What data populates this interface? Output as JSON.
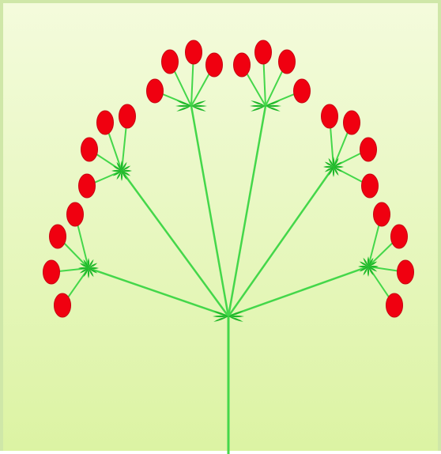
{
  "diagram": {
    "type": "compound-umbel",
    "colors": {
      "stem": "#44d74a",
      "bract": "#1fb82a",
      "berry": "#f00010",
      "berry_edge": "#c80010"
    },
    "umbellets": [
      {
        "id": "left-lower",
        "berries": 4
      },
      {
        "id": "left-middle",
        "berries": 4
      },
      {
        "id": "left-upper",
        "berries": 4
      },
      {
        "id": "right-upper",
        "berries": 4
      },
      {
        "id": "right-middle",
        "berries": 4
      },
      {
        "id": "right-lower",
        "berries": 4
      }
    ]
  }
}
